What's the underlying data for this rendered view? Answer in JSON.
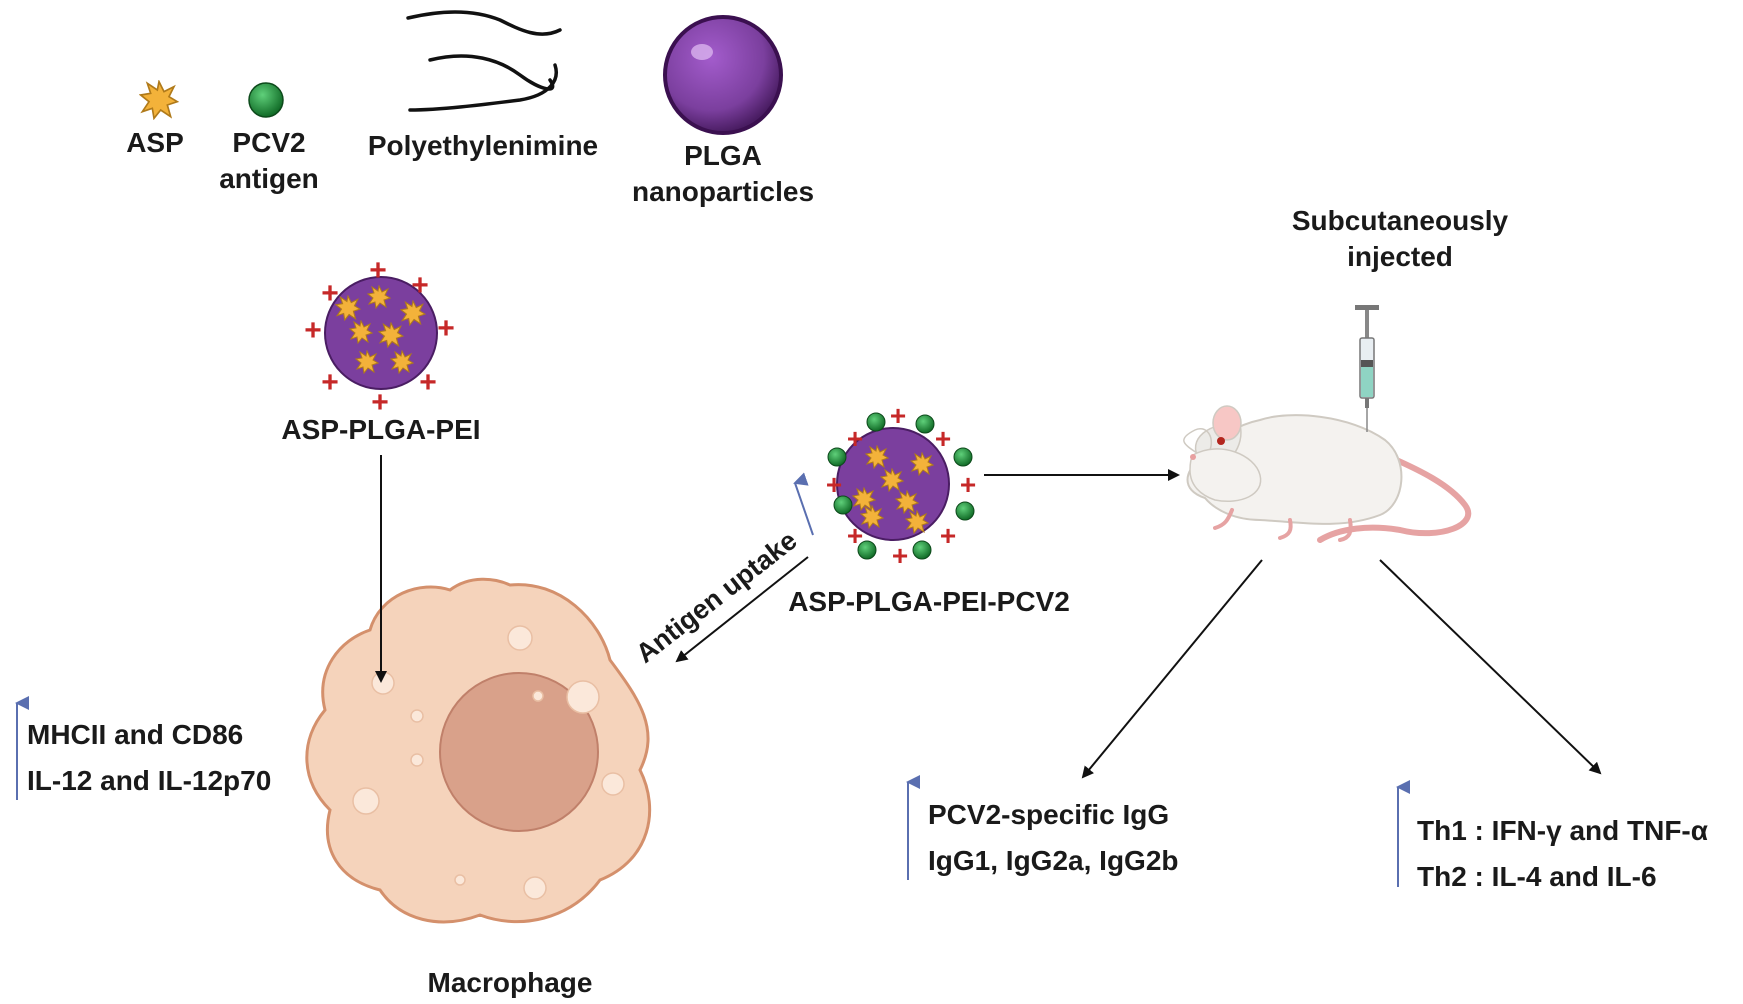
{
  "legend": {
    "asp": "ASP",
    "pcv2_line1": "PCV2",
    "pcv2_line2": "antigen",
    "pei": "Polyethylenimine",
    "plga_line1": "PLGA",
    "plga_line2": "nanoparticles"
  },
  "nodes": {
    "asp_plga_pei": "ASP-PLGA-PEI",
    "asp_plga_pei_pcv2": "ASP-PLGA-PEI-PCV2",
    "macrophage": "Macrophage",
    "injection_line1": "Subcutaneously",
    "injection_line2": "injected",
    "antigen_uptake": "Antigen uptake"
  },
  "outcomes": {
    "macrophage": [
      "MHCII and CD86",
      "IL-12 and IL-12p70"
    ],
    "antibody": [
      "PCV2-specific IgG",
      "IgG1, IgG2a, IgG2b"
    ],
    "cytokine": [
      "Th1 : IFN-γ and TNF-α",
      "Th2 : IL-4 and IL-6"
    ]
  },
  "colors": {
    "plga": "#7b3f9e",
    "plga_dark": "#4a1d63",
    "asp": "#f3b23a",
    "pcv2": "#1f8a3a",
    "charge": "#c62828",
    "up_arrow": "#5a6fb0",
    "macrophage_fill": "#f5d3bb",
    "macrophage_stroke": "#d4906c",
    "nucleus": "#d9a18a"
  }
}
